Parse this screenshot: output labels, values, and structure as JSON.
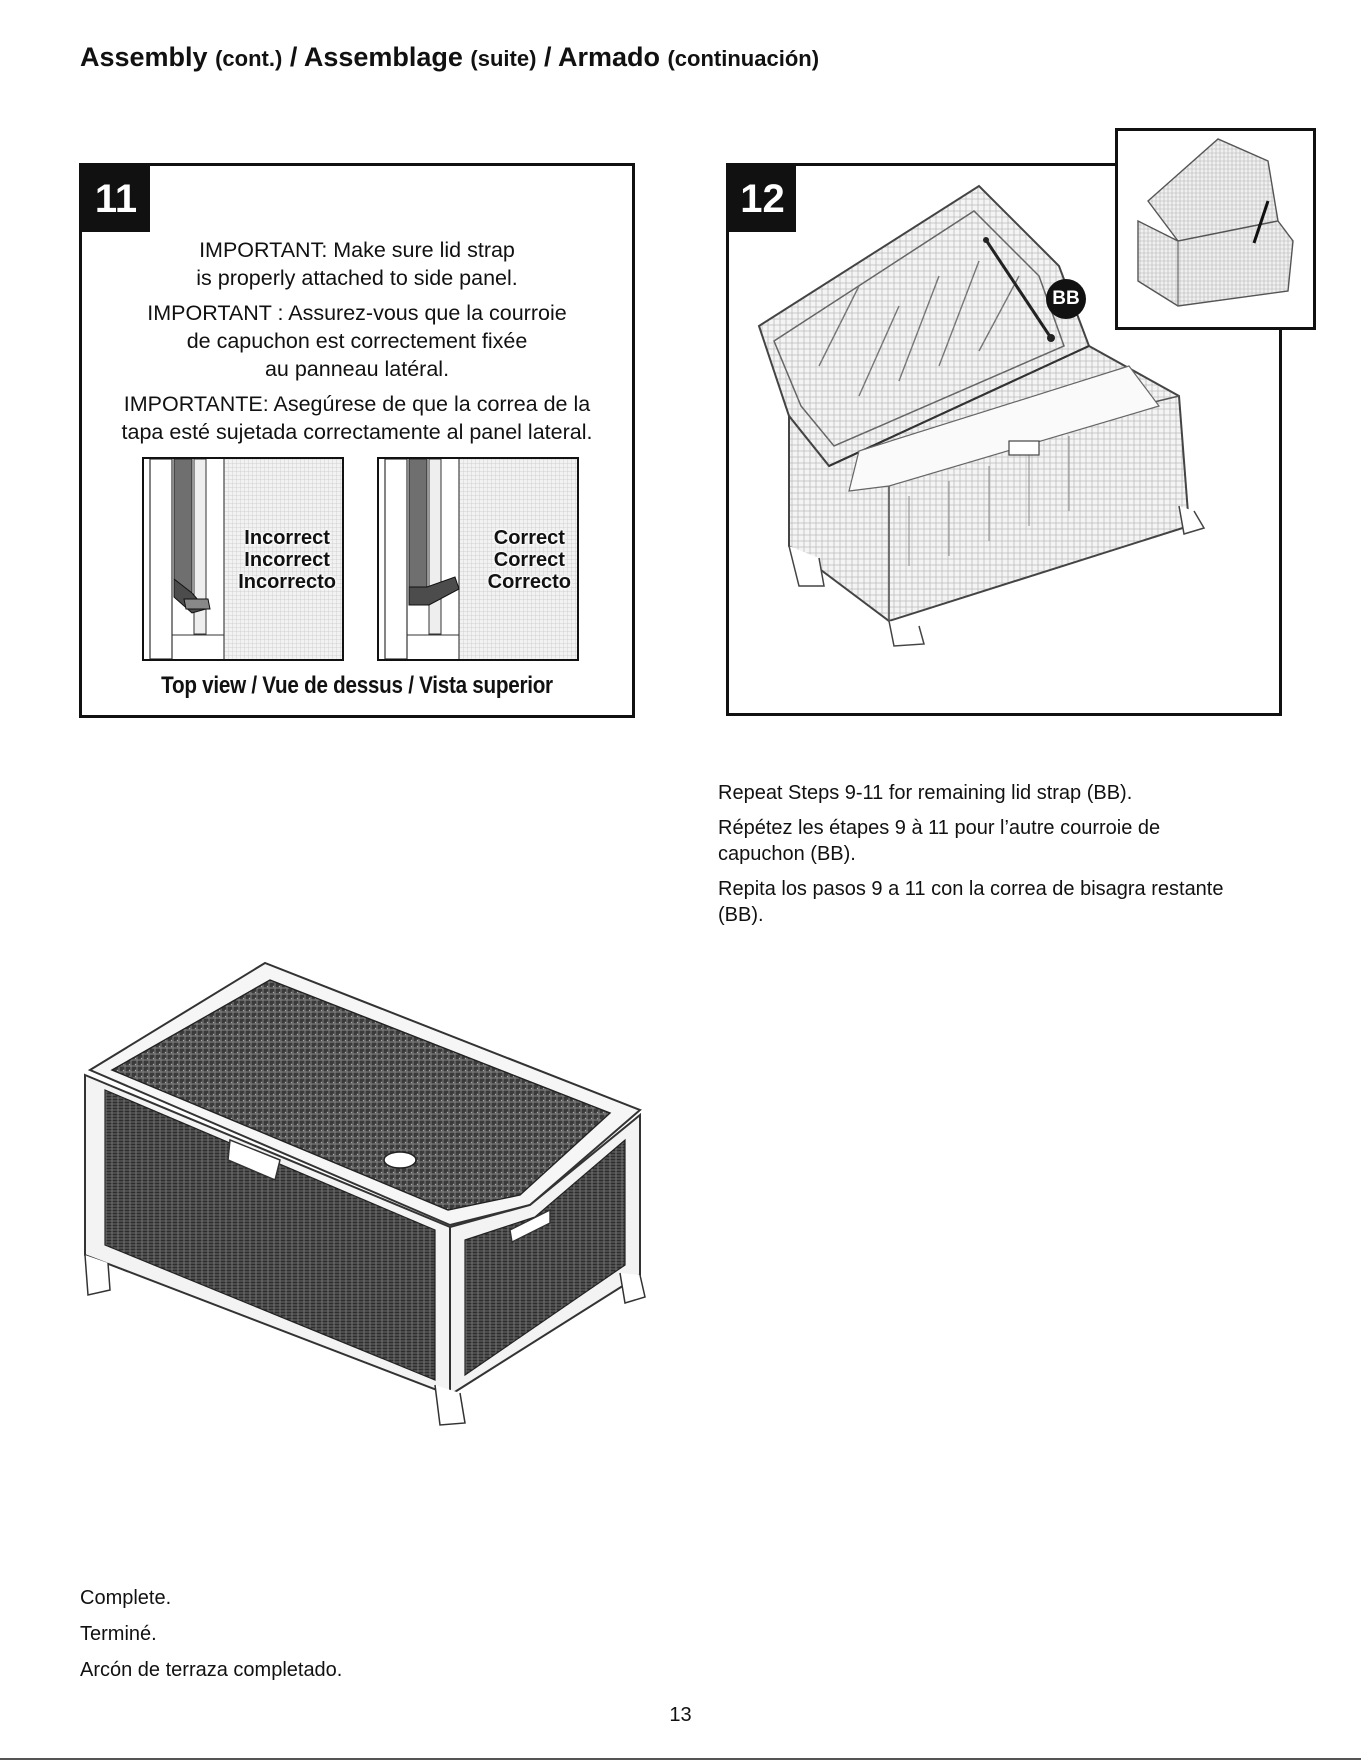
{
  "heading": {
    "part1": "Assembly",
    "part1_sub": "(cont.)",
    "part2": "Assemblage",
    "part2_sub": "(suite)",
    "part3": "Armado",
    "part3_sub": "(continuación)",
    "sep": "/"
  },
  "step11": {
    "number": "11",
    "important_en": [
      "IMPORTANT: Make sure lid strap",
      "is properly attached to side panel."
    ],
    "important_fr": [
      "IMPORTANT : Assurez-vous que la courroie",
      "de capuchon est correctement fixée",
      "au panneau latéral."
    ],
    "important_es": [
      "IMPORTANTE: Asegúrese de que la correa de la",
      "tapa esté sujetada correctamente al panel lateral."
    ],
    "incorrect": [
      "Incorrect",
      "Incorrect",
      "Incorrecto"
    ],
    "correct": [
      "Correct",
      "Correct",
      "Correcto"
    ],
    "top_view": "Top view / Vue de dessus / Vista superior"
  },
  "step12": {
    "number": "12",
    "callout": "BB"
  },
  "instructions": [
    "Repeat Steps 9-11 for remaining lid strap (BB).",
    "Répétez les étapes 9 à 11 pour l’autre courroie de capuchon (BB).",
    "Repita los pasos 9 a 11 con la correa de bisagra restante (BB)."
  ],
  "completion": [
    "Complete.",
    "Terminé.",
    "Arcón de terraza completado."
  ],
  "page_number": "13"
}
